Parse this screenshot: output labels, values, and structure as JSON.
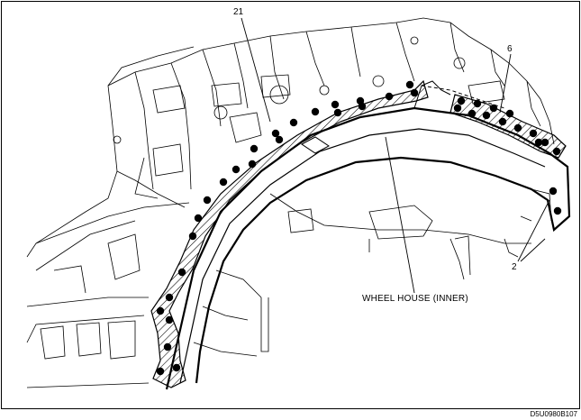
{
  "callouts": {
    "weld_group_a": "21",
    "weld_group_b": "6",
    "weld_group_c": "2",
    "part_name": "WHEEL HOUSE (INNER)"
  },
  "figure_code": "D5U0980B107",
  "colors": {
    "line": "#000000",
    "background": "#ffffff",
    "weld_spot": "#000000"
  },
  "weld_spot_count": 40
}
